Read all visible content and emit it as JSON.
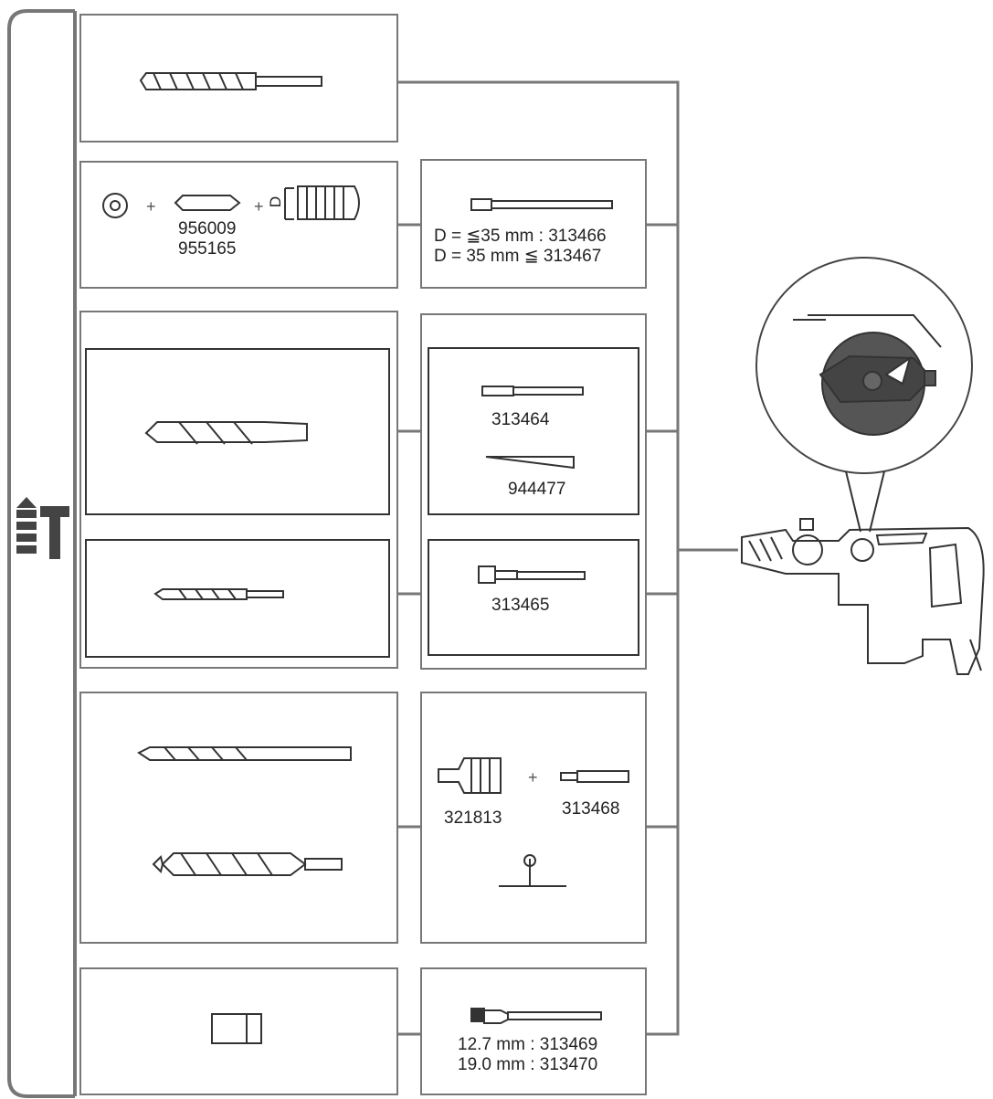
{
  "rows": {
    "row2": {
      "bit_codes": [
        "956009",
        "955165"
      ],
      "d_letter": "D",
      "adapter_lines": [
        "D = ≦35 mm : 313466",
        "D = 35 mm ≦ 313467"
      ]
    },
    "row3": {
      "sds_adapter": "313464",
      "drift_key": "944477",
      "taper_adapter": "313465"
    },
    "row4": {
      "chuck": "321813",
      "chuck_adapter": "313468"
    },
    "row5": {
      "lines": [
        "12.7 mm : 313469",
        "19.0 mm : 313470"
      ]
    }
  },
  "plus_sign": "+",
  "colors": {
    "frame": "#777777",
    "ink": "#333333",
    "knob": "#555555"
  }
}
